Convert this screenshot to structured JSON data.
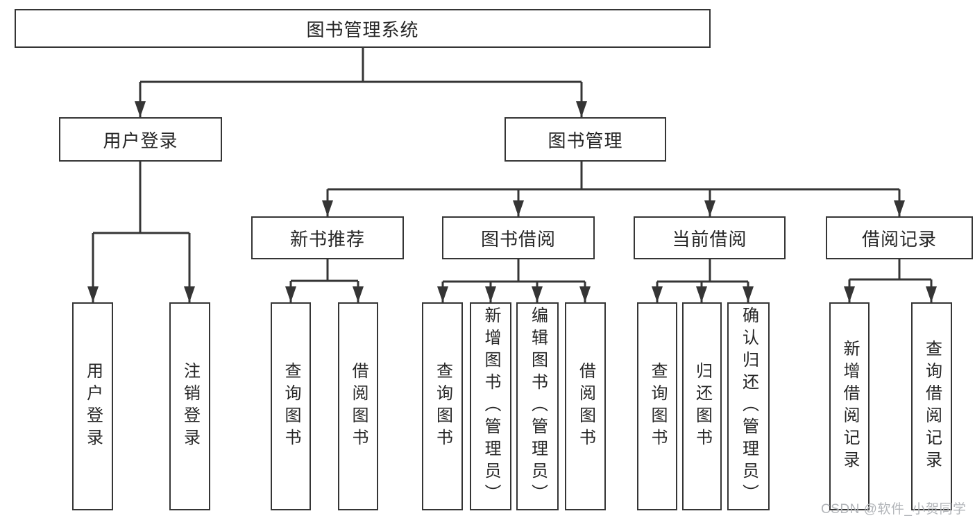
{
  "diagram": {
    "root": {
      "id": "library-management-system",
      "label": "图书管理系统"
    },
    "branches": [
      {
        "id": "user-login-module",
        "label": "用户登录",
        "children": [
          {
            "id": "user-login",
            "label": "用户登录"
          },
          {
            "id": "logout",
            "label": "注销登录"
          }
        ]
      },
      {
        "id": "book-management-module",
        "label": "图书管理",
        "children": [
          {
            "id": "new-book-recommend",
            "label": "新书推荐",
            "children": [
              {
                "id": "query-book",
                "label": "查询图书"
              },
              {
                "id": "borrow-book",
                "label": "借阅图书"
              }
            ]
          },
          {
            "id": "book-borrowing",
            "label": "图书借阅",
            "children": [
              {
                "id": "query-book",
                "label": "查询图书"
              },
              {
                "id": "add-book-admin",
                "label": "新增图书（管理员）"
              },
              {
                "id": "edit-book-admin",
                "label": "编辑图书（管理员）"
              },
              {
                "id": "borrow-book",
                "label": "借阅图书"
              }
            ]
          },
          {
            "id": "current-borrowing",
            "label": "当前借阅",
            "children": [
              {
                "id": "query-book",
                "label": "查询图书"
              },
              {
                "id": "return-book",
                "label": "归还图书"
              },
              {
                "id": "confirm-return-admin",
                "label": "确认归还（管理员）"
              }
            ]
          },
          {
            "id": "borrowing-records",
            "label": "借阅记录",
            "children": [
              {
                "id": "add-borrow-record",
                "label": "新增借阅记录"
              },
              {
                "id": "query-borrow-record",
                "label": "查询借阅记录"
              }
            ]
          }
        ]
      }
    ]
  },
  "watermark": {
    "text": "CSDN @软件_小贺同学"
  },
  "colors": {
    "line": "#353535",
    "text": "#262626",
    "background": "#ffffff",
    "watermark": "#b2b5b9"
  }
}
